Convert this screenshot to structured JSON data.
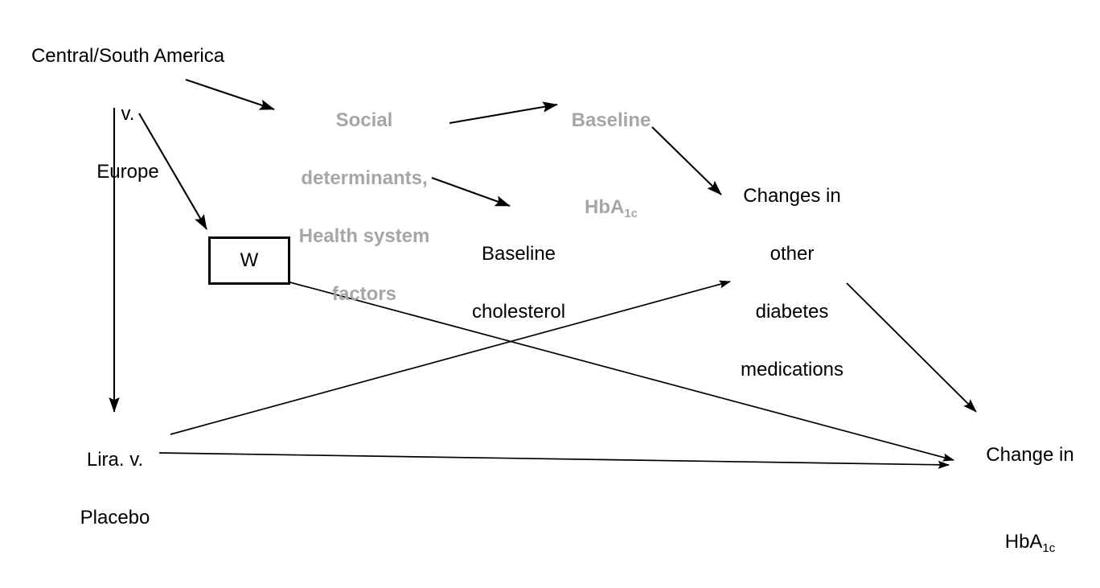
{
  "diagram": {
    "title": "Causal diagram: region, social determinants and HbA1c change",
    "background_color": "#ffffff",
    "text_color": "#000000",
    "gray_color": "#a6a6a6",
    "edge_color": "#000000",
    "nodes": [
      {
        "id": "exposure-region",
        "label": "Central/South America\nv.\nEurope",
        "lines": [
          "Central/South America",
          "v.",
          "Europe"
        ],
        "style": "plain",
        "color": "#000000"
      },
      {
        "id": "social-determinants",
        "label": "Social determinants, Health system factors",
        "lines": [
          "Social",
          "determinants,",
          "Health system",
          "factors"
        ],
        "style": "gray-bold",
        "color": "#a6a6a6"
      },
      {
        "id": "baseline-hba1c",
        "label": "Baseline HbA1c",
        "lines": [
          "Baseline",
          "HbA"
        ],
        "subscript": "1c",
        "style": "gray-bold",
        "color": "#a6a6a6"
      },
      {
        "id": "baseline-cholesterol",
        "label": "Baseline cholesterol",
        "lines": [
          "Baseline",
          "cholesterol"
        ],
        "style": "plain",
        "color": "#000000"
      },
      {
        "id": "other-diabetes-meds",
        "label": "Changes in other diabetes medications",
        "lines": [
          "Changes in",
          "other",
          "diabetes",
          "medications"
        ],
        "style": "plain",
        "color": "#000000"
      },
      {
        "id": "w-box",
        "label": "W",
        "lines": [
          "W"
        ],
        "style": "boxed",
        "color": "#000000"
      },
      {
        "id": "treatment",
        "label": "Lira. v. Placebo",
        "lines": [
          "Lira. v.",
          "Placebo"
        ],
        "style": "plain",
        "color": "#000000"
      },
      {
        "id": "outcome-change-hba1c",
        "label": "Change in HbA1c",
        "lines": [
          "Change in",
          "HbA"
        ],
        "subscript": "1c",
        "style": "plain",
        "color": "#000000"
      }
    ],
    "edges": [
      {
        "from": "exposure-region",
        "to": "social-determinants",
        "arrow": true
      },
      {
        "from": "exposure-region",
        "to": "w-box",
        "arrow": true
      },
      {
        "from": "exposure-region",
        "to": "treatment",
        "arrow": true
      },
      {
        "from": "social-determinants",
        "to": "baseline-hba1c",
        "arrow": true
      },
      {
        "from": "social-determinants",
        "to": "baseline-cholesterol",
        "arrow": true
      },
      {
        "from": "baseline-hba1c",
        "to": "other-diabetes-meds",
        "arrow": true
      },
      {
        "from": "w-box",
        "to": "outcome-change-hba1c",
        "arrow": true
      },
      {
        "from": "other-diabetes-meds",
        "to": "outcome-change-hba1c",
        "arrow": true
      },
      {
        "from": "treatment",
        "to": "other-diabetes-meds",
        "arrow": true
      },
      {
        "from": "treatment",
        "to": "outcome-change-hba1c",
        "arrow": true
      }
    ]
  }
}
